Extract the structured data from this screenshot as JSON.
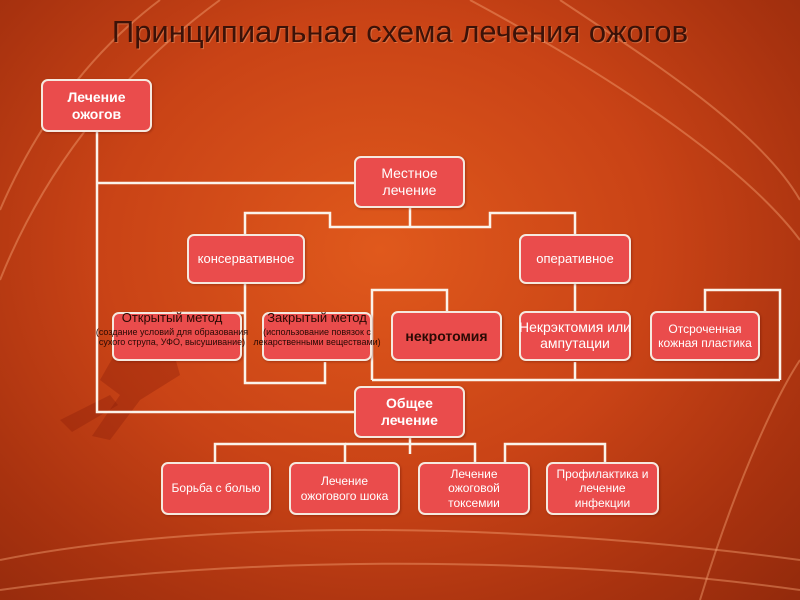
{
  "title": "Принципиальная схема лечения ожогов",
  "nodes": {
    "root": "Лечение ожогов",
    "local": "Местное лечение",
    "conservative": "консервативное",
    "operative": "оперативное",
    "open_method": "Открытый метод",
    "open_method_note": "(создание условий для образования сухого струпа, УФО, высушивание)",
    "closed_method": "Закрытый метод",
    "closed_method_note": "(использование повязок с лекарственными веществами)",
    "necrotomy": "некротомия",
    "necrectomy": "Некрэктомия или ампутации",
    "delayed_plasty": "Отсроченная кожная пластика",
    "general": "Общее лечение",
    "pain": "Борьба с болью",
    "shock": "Лечение ожогового шока",
    "toxemia": "Лечение ожоговой токсемии",
    "infection": "Профилактика и лечение инфекции"
  }
}
